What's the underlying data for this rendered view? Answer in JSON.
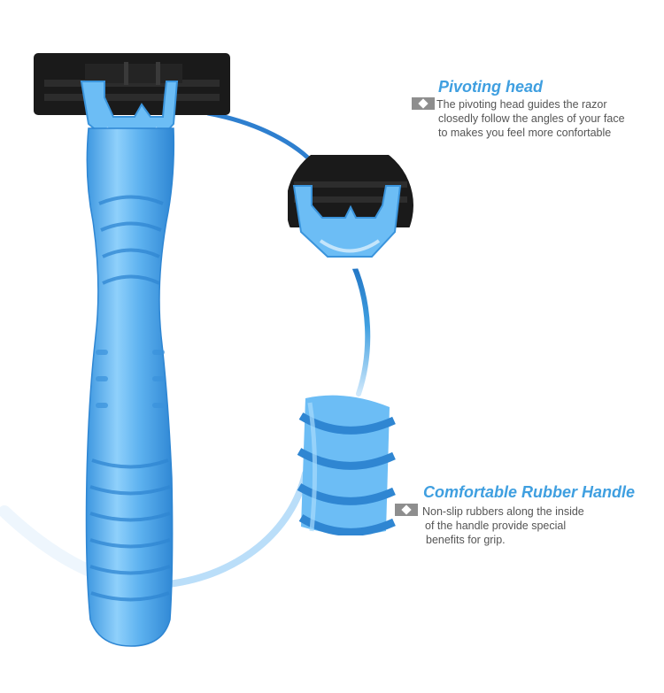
{
  "pivot_feature": {
    "title": "Pivoting head",
    "lines": [
      "The pivoting head guides the razor",
      "closedly follow the angles of your face",
      "to makes you feel more confortable"
    ],
    "bullet_icon": "diamond-bullet-icon"
  },
  "handle_feature": {
    "title": "Comfortable Rubber Handle",
    "lines": [
      "Non-slip rubbers along the inside",
      "of the handle provide special",
      "benefits for grip."
    ],
    "bullet_icon": "diamond-bullet-icon"
  },
  "colors": {
    "accent_blue": "#3f9fe0",
    "handle_blue": "#5fb3f0",
    "blade_black": "#1a1a1a",
    "text_gray": "#555555",
    "bullet_gray": "#8e8e8e"
  }
}
